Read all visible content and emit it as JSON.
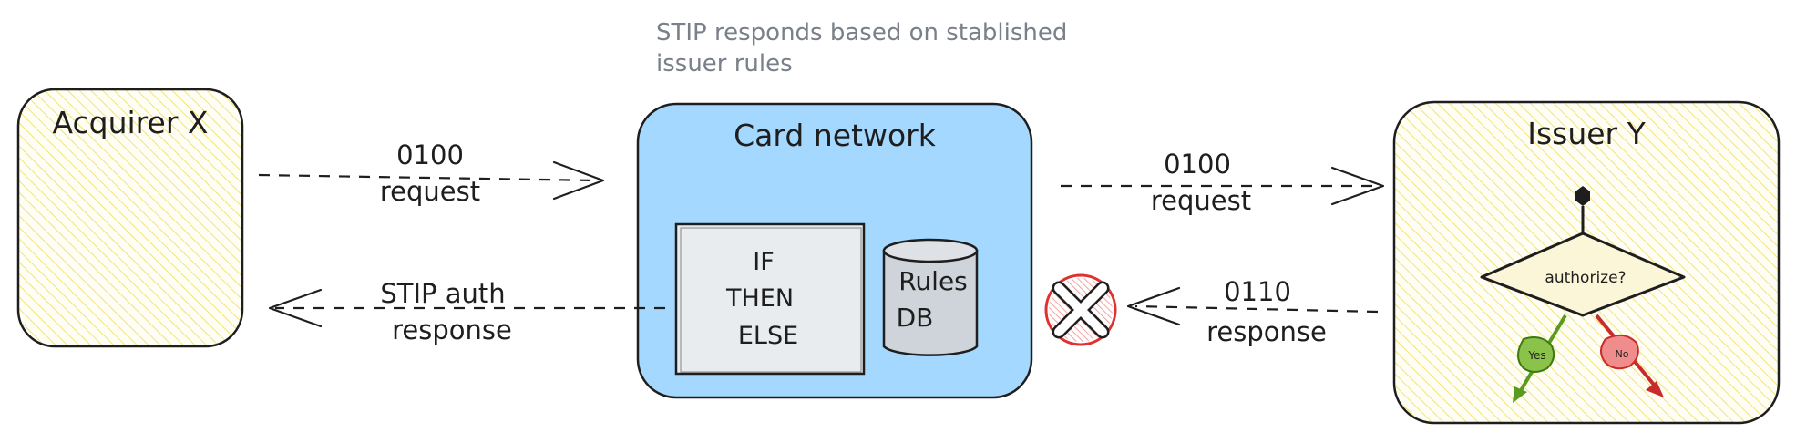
{
  "annotation": {
    "line1": "STIP responds based on stablished",
    "line2": "issuer rules"
  },
  "acquirer": {
    "title": "Acquirer X"
  },
  "card_network": {
    "title": "Card network",
    "logic": {
      "line1": "IF",
      "line2": "THEN",
      "line3": "ELSE"
    },
    "db": {
      "line1": "Rules",
      "line2": "DB"
    }
  },
  "issuer": {
    "title": "Issuer Y",
    "decision": "authorize?",
    "yes": "Yes",
    "no": "No"
  },
  "arrows": {
    "acq_to_net": {
      "line1": "0100",
      "line2": "request"
    },
    "net_to_acq": {
      "line1": "STIP auth",
      "line2": "response"
    },
    "net_to_iss": {
      "line1": "0100",
      "line2": "request"
    },
    "iss_to_net": {
      "line1": "0110",
      "line2": "response"
    }
  },
  "colors": {
    "ink": "#1e1e1e",
    "hatch_yellow": "#f3e27a",
    "network_blue": "#a5d8ff",
    "logic_gray": "#e9ecef",
    "db_gray": "#ced4da",
    "block_red": "#e03131",
    "yes_green": "#5a9a1e",
    "no_red": "#c92a2a",
    "note_gray": "#7a8089"
  },
  "icons": {
    "blocked": "x-circle-icon",
    "start": "decision-start-icon"
  }
}
